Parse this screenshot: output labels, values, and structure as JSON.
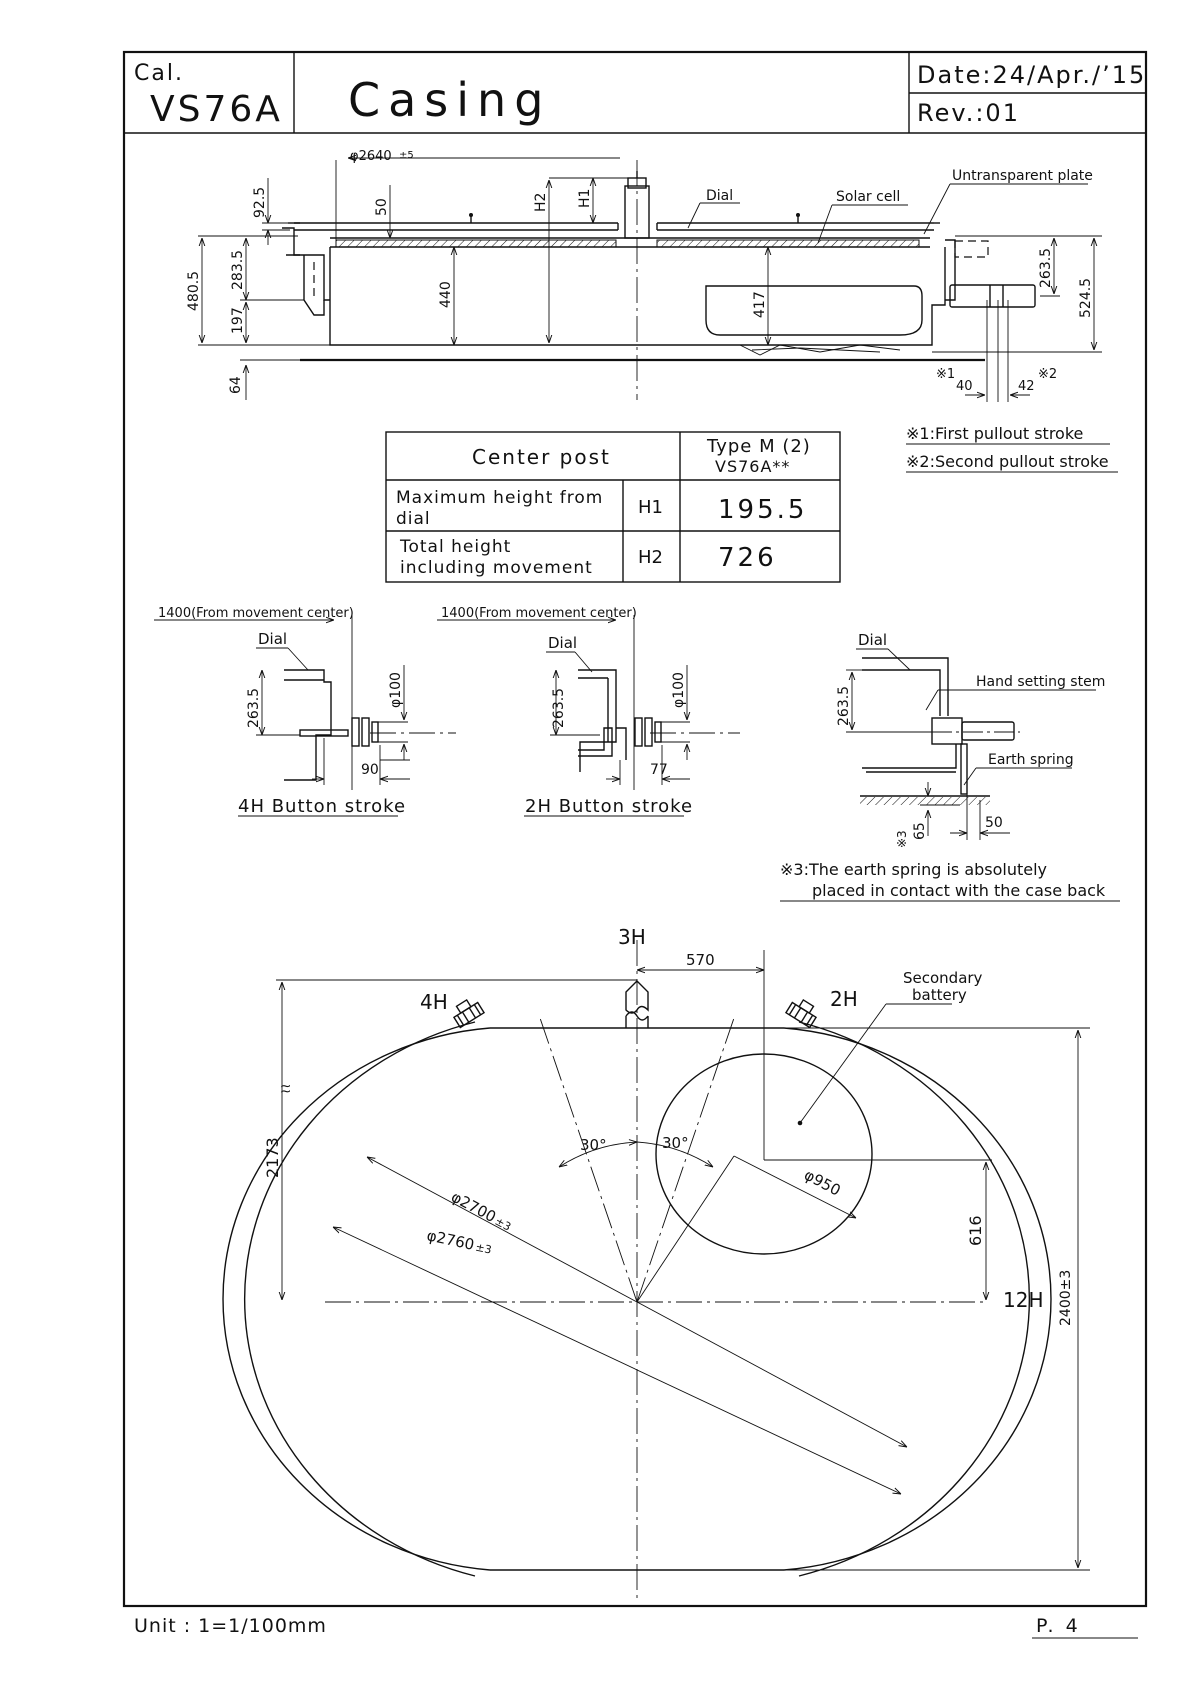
{
  "header": {
    "cal_label": "Cal.",
    "caliber": "VS76A",
    "title": "Casing",
    "date": "Date:24/Apr./’15",
    "rev": "Rev.:01"
  },
  "top_view": {
    "dims": {
      "dia_top": "φ2640",
      "dia_top_tol": "±5",
      "d92": "92.5",
      "d50": "50",
      "h2": "H2",
      "h1": "H1",
      "d480": "480.5",
      "d283": "283.5",
      "d197": "197",
      "d440": "440",
      "d417": "417",
      "d263": "263.5",
      "d524": "524.5",
      "d64": "64",
      "s40": "40",
      "s42": "42",
      "star1": "※1",
      "star2": "※2"
    },
    "labels": {
      "dial": "Dial",
      "solar": "Solar cell",
      "untransparent": "Untransparent plate"
    }
  },
  "notes": {
    "n1": "※1:First pullout stroke",
    "n2": "※2:Second pullout stroke",
    "n3a": "※3:The earth spring is absolutely",
    "n3b": "placed in contact with the case back"
  },
  "table": {
    "header_col1": "Center post",
    "header_col2a": "Type M (2)",
    "header_col2b": "VS76A**",
    "rows": [
      {
        "desc1": "Maximum height from",
        "desc2": "dial",
        "sym": "H1",
        "value": "195.5"
      },
      {
        "desc1": "Total height",
        "desc2": "including movement",
        "sym": "H2",
        "value": "726"
      }
    ]
  },
  "details": {
    "from_center_1": "1400(From movement center)",
    "from_center_2": "1400(From movement center)",
    "dial": "Dial",
    "d263": "263.5",
    "phi100": "φ100",
    "d90": "90",
    "d77": "77",
    "cap_4h": "4H Button stroke",
    "cap_2h": "2H Button stroke",
    "hand_setting": "Hand setting stem",
    "earth_spring": "Earth spring",
    "d65": "65",
    "star3": "※3",
    "d50": "50"
  },
  "plan_view": {
    "h3": "3H",
    "h4": "4H",
    "h2": "2H",
    "h12": "12H",
    "d570": "570",
    "secondary": "Secondary",
    "battery": "battery",
    "d2173": "2173",
    "d616": "616",
    "d2400": "2400±3",
    "a30a": "30°",
    "a30b": "30°",
    "phi950": "φ950",
    "phi2700": "φ2700",
    "phi2700_tol": "±3",
    "phi2760": "φ2760",
    "phi2760_tol": "±3"
  },
  "footer": {
    "unit": "Unit : 1=1/100mm",
    "page": "P. 4"
  }
}
